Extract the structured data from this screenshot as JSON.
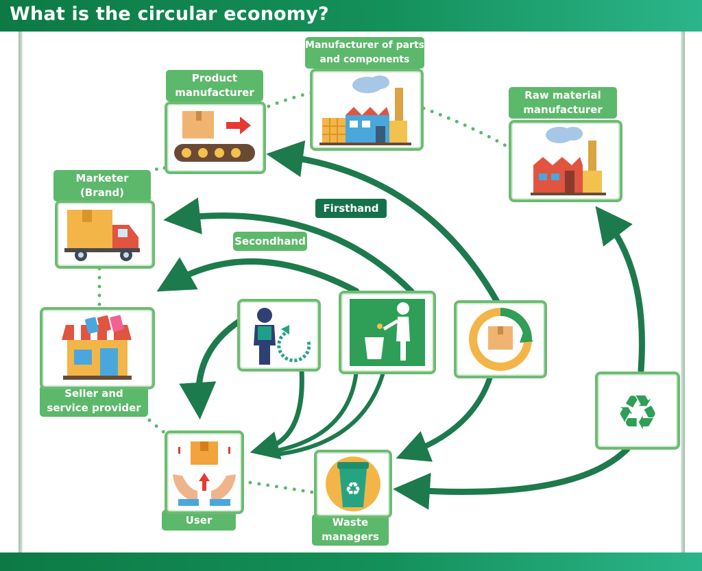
{
  "title": "What is the circular economy?",
  "nodes": {
    "parts_manufacturer": "Manufacturer of parts\nand components",
    "product_manufacturer": "Product\nmanufacturer",
    "raw_material": "Raw material\nmanufacturer",
    "marketer": "Marketer\n(Brand)",
    "seller": "Seller and\nservice provider",
    "user": "User",
    "waste_managers": "Waste\nmanagers"
  },
  "flows": {
    "firsthand": "Firsthand",
    "secondhand": "Secondhand"
  },
  "colors": {
    "header": "#14905a",
    "label": "#5cb86a",
    "label_dark": "#15714a",
    "arrow": "#1d7a4c",
    "box_border": "#6dbb73"
  }
}
